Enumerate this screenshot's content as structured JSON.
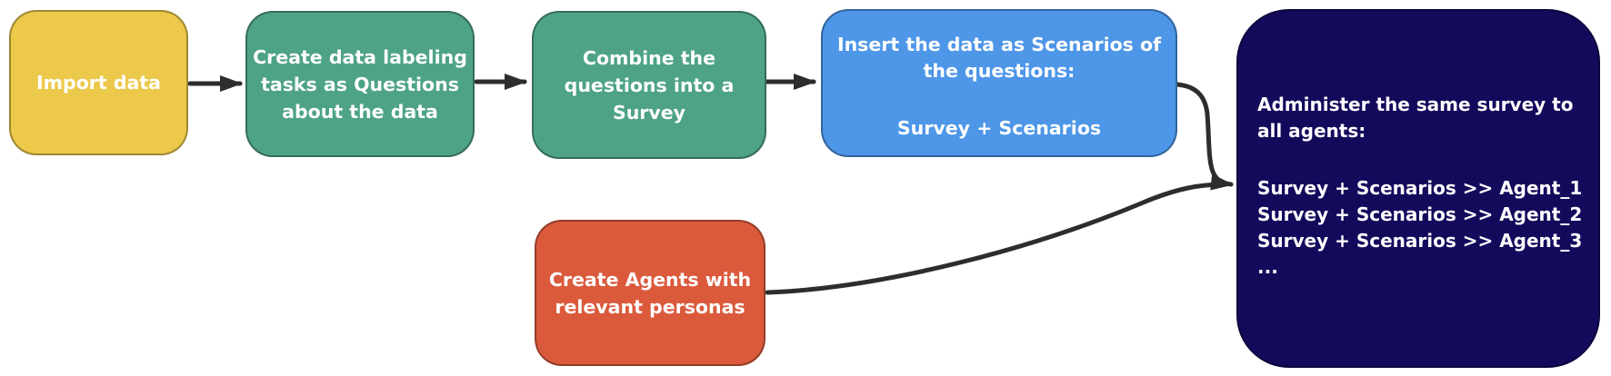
{
  "diagram": {
    "background": "#ffffff",
    "arrow_color": "#2d2d2d",
    "text_color": "#ffffff",
    "nodes": {
      "import": {
        "label": "Import data",
        "color": "#ECC94B"
      },
      "tasks": {
        "label": "Create data labeling\ntasks as Questions\nabout the data",
        "color": "#4EA385"
      },
      "combine": {
        "label": "Combine the\nquestions into a\nSurvey",
        "color": "#4EA385"
      },
      "insert": {
        "title": "Insert the data as Scenarios of\nthe questions:",
        "body": "Survey + Scenarios",
        "color": "#4D96E8"
      },
      "administer": {
        "title": "Administer the same survey to\nall agents:",
        "body": "Survey + Scenarios >> Agent_1\nSurvey + Scenarios >> Agent_2\nSurvey + Scenarios >> Agent_3\n...",
        "color": "#140A5C"
      },
      "personas": {
        "label": "Create Agents with\nrelevant personas",
        "color": "#DB5A3C"
      }
    }
  }
}
